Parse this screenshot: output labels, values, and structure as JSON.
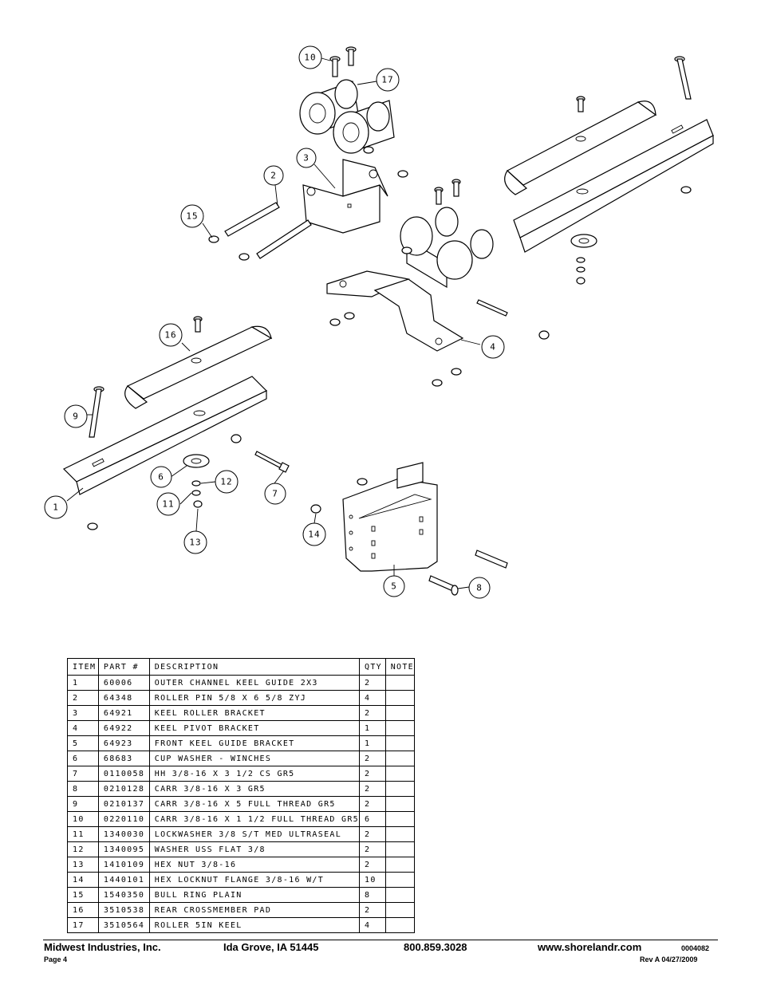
{
  "callouts": [
    "1",
    "2",
    "3",
    "4",
    "5",
    "6",
    "7",
    "8",
    "9",
    "10",
    "11",
    "12",
    "13",
    "14",
    "15",
    "16",
    "17"
  ],
  "table": {
    "headers": [
      "ITEM",
      "PART #",
      "DESCRIPTION",
      "QTY",
      "NOTE"
    ],
    "rows": [
      {
        "item": "1",
        "part": "60006",
        "desc": "OUTER CHANNEL KEEL GUIDE 2X3",
        "qty": "2",
        "note": ""
      },
      {
        "item": "2",
        "part": "64348",
        "desc": "ROLLER PIN  5/8 X 6 5/8 ZYJ",
        "qty": "4",
        "note": ""
      },
      {
        "item": "3",
        "part": "64921",
        "desc": "KEEL ROLLER BRACKET",
        "qty": "2",
        "note": ""
      },
      {
        "item": "4",
        "part": "64922",
        "desc": "KEEL PIVOT BRACKET",
        "qty": "1",
        "note": ""
      },
      {
        "item": "5",
        "part": "64923",
        "desc": "FRONT KEEL GUIDE BRACKET",
        "qty": "1",
        "note": ""
      },
      {
        "item": "6",
        "part": "68683",
        "desc": "CUP WASHER - WINCHES",
        "qty": "2",
        "note": ""
      },
      {
        "item": "7",
        "part": "0110058",
        "desc": "HH 3/8-16 X 3 1/2 CS GR5",
        "qty": "2",
        "note": ""
      },
      {
        "item": "8",
        "part": "0210128",
        "desc": "CARR 3/8-16 X 3 GR5",
        "qty": "2",
        "note": ""
      },
      {
        "item": "9",
        "part": "0210137",
        "desc": "CARR 3/8-16 X 5 FULL THREAD GR5",
        "qty": "2",
        "note": ""
      },
      {
        "item": "10",
        "part": "0220110",
        "desc": "CARR 3/8-16 X 1 1/2 FULL THREAD GR5",
        "qty": "6",
        "note": ""
      },
      {
        "item": "11",
        "part": "1340030",
        "desc": "LOCKWASHER 3/8 S/T MED ULTRASEAL",
        "qty": "2",
        "note": ""
      },
      {
        "item": "12",
        "part": "1340095",
        "desc": "WASHER USS FLAT 3/8",
        "qty": "2",
        "note": ""
      },
      {
        "item": "13",
        "part": "1410109",
        "desc": "HEX NUT 3/8-16",
        "qty": "2",
        "note": ""
      },
      {
        "item": "14",
        "part": "1440101",
        "desc": "HEX LOCKNUT FLANGE 3/8-16 W/T",
        "qty": "10",
        "note": ""
      },
      {
        "item": "15",
        "part": "1540350",
        "desc": "BULL RING PLAIN",
        "qty": "8",
        "note": ""
      },
      {
        "item": "16",
        "part": "3510538",
        "desc": "REAR CROSSMEMBER PAD",
        "qty": "2",
        "note": ""
      },
      {
        "item": "17",
        "part": "3510564",
        "desc": "ROLLER 5IN KEEL",
        "qty": "4",
        "note": ""
      }
    ]
  },
  "footer": {
    "company": "Midwest Industries, Inc.",
    "city": "Ida Grove, IA  51445",
    "phone": "800.859.3028",
    "website": "www.shorelandr.com",
    "doc_number": "0004082",
    "page": "Page 4",
    "revision": "Rev  A  04/27/2009"
  }
}
